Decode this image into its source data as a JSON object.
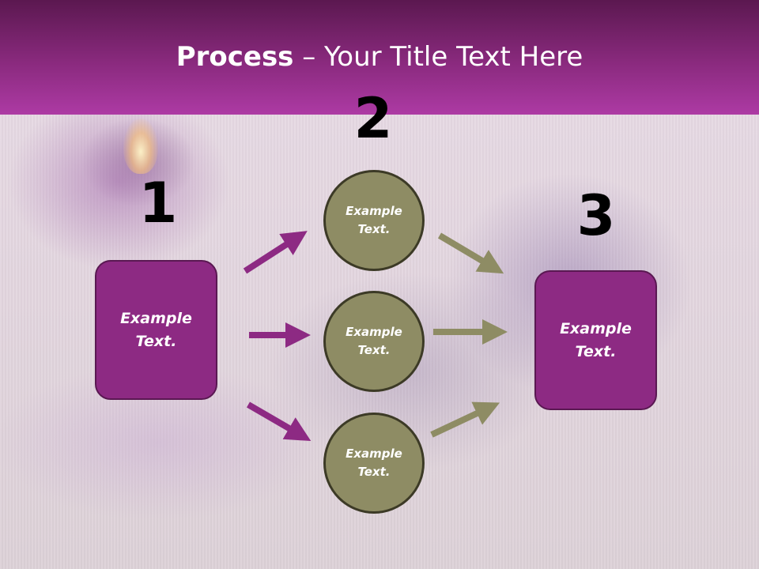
{
  "slide": {
    "title_bold": "Process",
    "title_rest": " – Your Title Text Here"
  },
  "steps": {
    "one": "1",
    "two": "2",
    "three": "3"
  },
  "boxes": {
    "left": "Example Text.",
    "right": "Example Text."
  },
  "circles": [
    "Example Text.",
    "Example Text.",
    "Example Text."
  ],
  "colors": {
    "header_top": "#5b1850",
    "header_bottom": "#ad3aa4",
    "box_fill": "#8d2a83",
    "circle_fill": "#8e8c64",
    "arrow_purple": "#8d2a83",
    "arrow_olive": "#8e8c64"
  }
}
